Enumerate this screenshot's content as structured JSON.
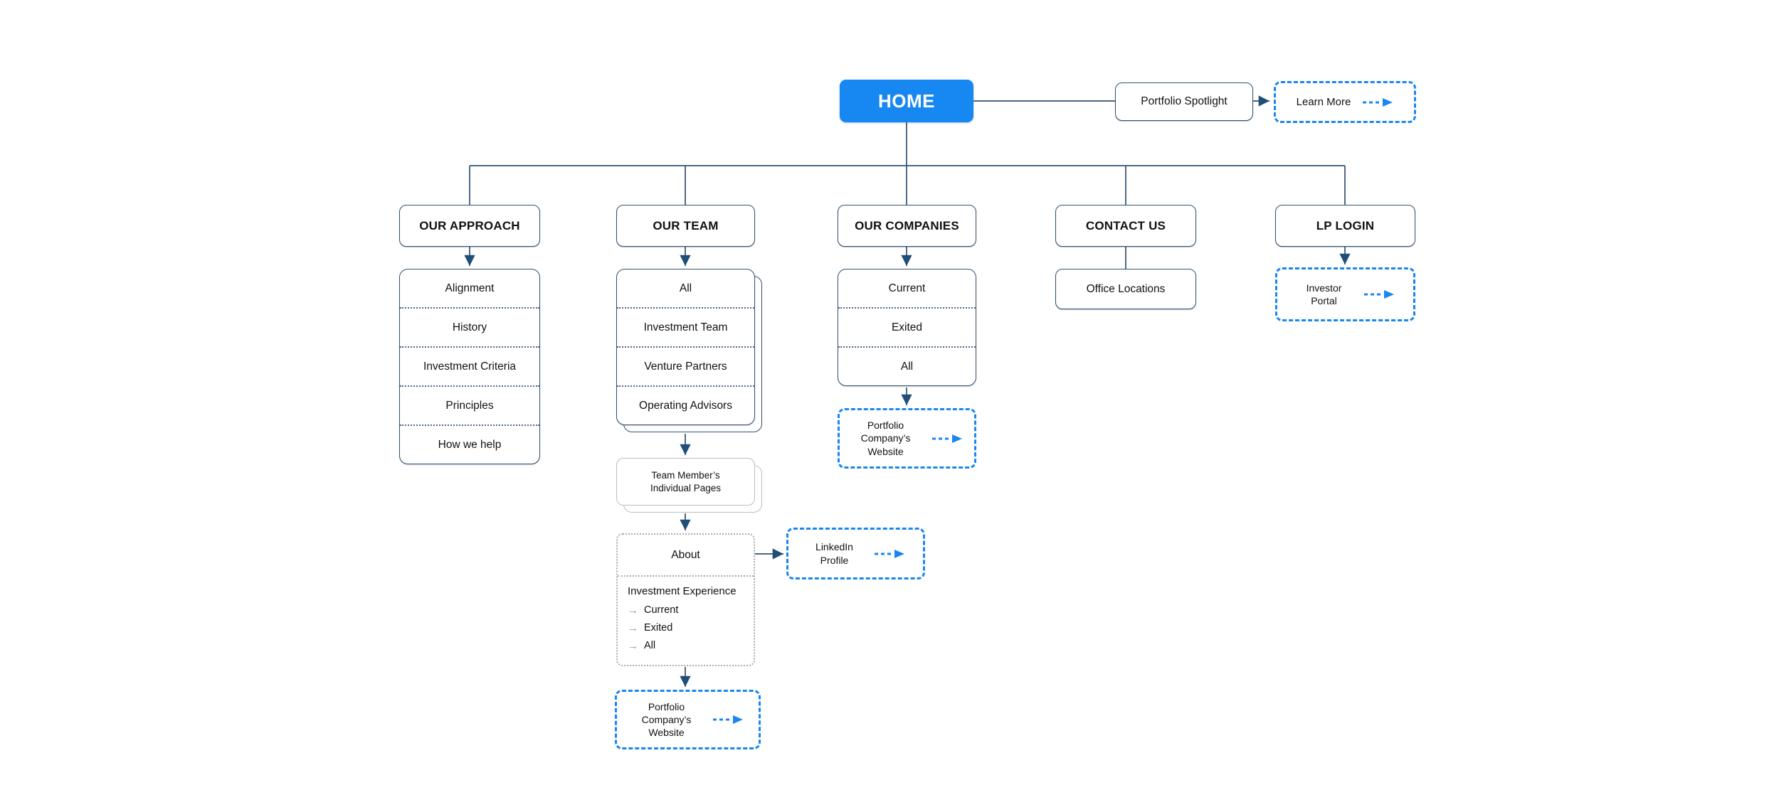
{
  "colors": {
    "accent_blue": "#1787F2",
    "link_dashed_blue": "#1A86F0",
    "connector_navy": "#33506E",
    "gray_stack_border": "#BDBDBD"
  },
  "home": {
    "label": "HOME"
  },
  "portfolio_spotlight": {
    "label": "Portfolio Spotlight"
  },
  "learn_more": {
    "label": "Learn More"
  },
  "sections": {
    "approach": {
      "title": "OUR APPROACH",
      "items": [
        "Alignment",
        "History",
        "Investment Criteria",
        "Principles",
        "How we help"
      ]
    },
    "team": {
      "title": "OUR TEAM",
      "items": [
        "All",
        "Investment Team",
        "Venture Partners",
        "Operating Advisors"
      ]
    },
    "companies": {
      "title": "OUR COMPANIES",
      "items": [
        "Current",
        "Exited",
        "All"
      ]
    },
    "contact": {
      "title": "CONTACT US"
    },
    "lp": {
      "title": "LP LOGIN"
    }
  },
  "team_pages": {
    "label": "Team Member’s Individual Pages"
  },
  "about": {
    "title": "About",
    "experience_title": "Investment Experience",
    "bullet_glyph": "→",
    "experience_items": [
      "Current",
      "Exited",
      "All"
    ]
  },
  "linkedin": {
    "label": "LinkedIn Profile"
  },
  "portfolio_website_team": {
    "label": "Portfolio Company’s Website"
  },
  "portfolio_website_companies": {
    "label": "Portfolio Company’s Website"
  },
  "office_locations": {
    "label": "Office Locations"
  },
  "investor_portal": {
    "label": "Investor Portal"
  }
}
